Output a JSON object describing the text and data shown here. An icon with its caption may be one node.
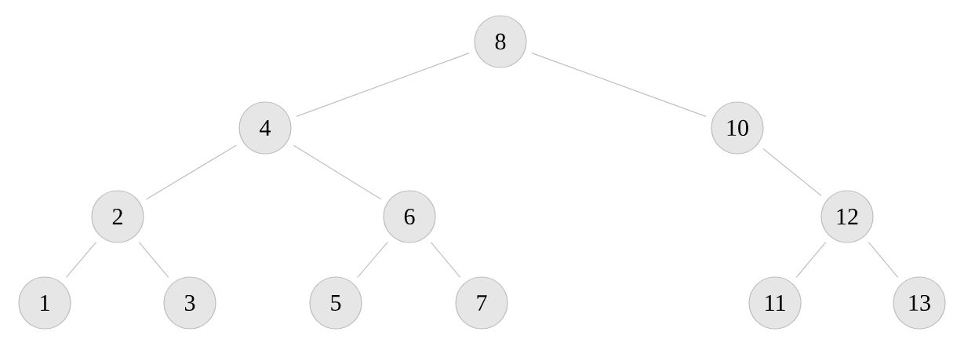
{
  "diagram": {
    "nodes": [
      {
        "text": [
          "8"
        ]
      },
      {
        "text": [
          "4"
        ]
      },
      {
        "text": [
          "10"
        ]
      },
      {
        "text": [
          "2"
        ]
      },
      {
        "text": [
          "6"
        ]
      },
      {
        "text": [
          "12"
        ]
      },
      {
        "text": [
          "1"
        ]
      },
      {
        "text": [
          "3"
        ]
      },
      {
        "text": [
          "5"
        ]
      },
      {
        "text": [
          "7"
        ]
      },
      {
        "text": [
          "11"
        ]
      },
      {
        "text": [
          "13"
        ]
      }
    ],
    "edges": [
      {
        "from": 0,
        "to": 1,
        "arrow": "none"
      },
      {
        "from": 0,
        "to": 2,
        "arrow": "none"
      },
      {
        "from": 1,
        "to": 3,
        "arrow": "none"
      },
      {
        "from": 1,
        "to": 4,
        "arrow": "none"
      },
      {
        "from": 2,
        "to": 5,
        "arrow": "none"
      },
      {
        "from": 3,
        "to": 6,
        "arrow": "none"
      },
      {
        "from": 3,
        "to": 7,
        "arrow": "none"
      },
      {
        "from": 4,
        "to": 8,
        "arrow": "none"
      },
      {
        "from": 4,
        "to": 9,
        "arrow": "none"
      },
      {
        "from": 5,
        "to": 10,
        "arrow": "none"
      },
      {
        "from": 5,
        "to": 11,
        "arrow": "none"
      }
    ]
  }
}
